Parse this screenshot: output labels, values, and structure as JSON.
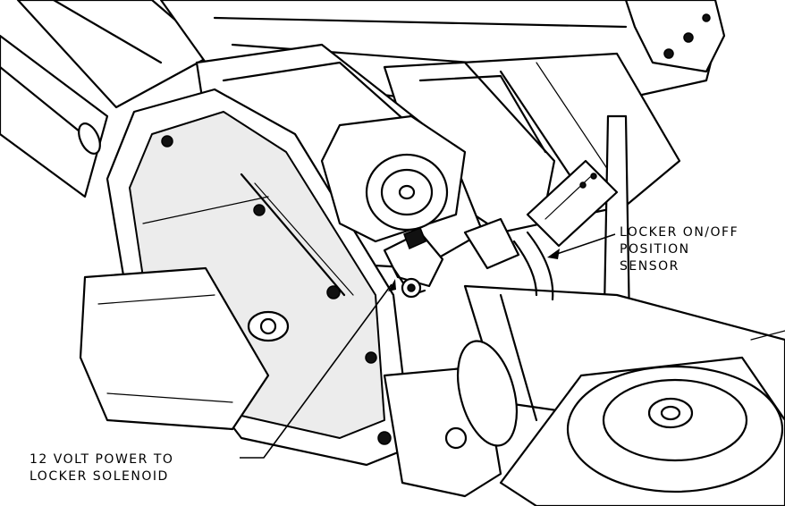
{
  "labels": {
    "sensor_line1": "LOCKER ON/OFF",
    "sensor_line2": "POSITION",
    "sensor_line3": "SENSOR",
    "power_line1": "12 VOLT POWER TO",
    "power_line2": "LOCKER SOLENOID"
  }
}
